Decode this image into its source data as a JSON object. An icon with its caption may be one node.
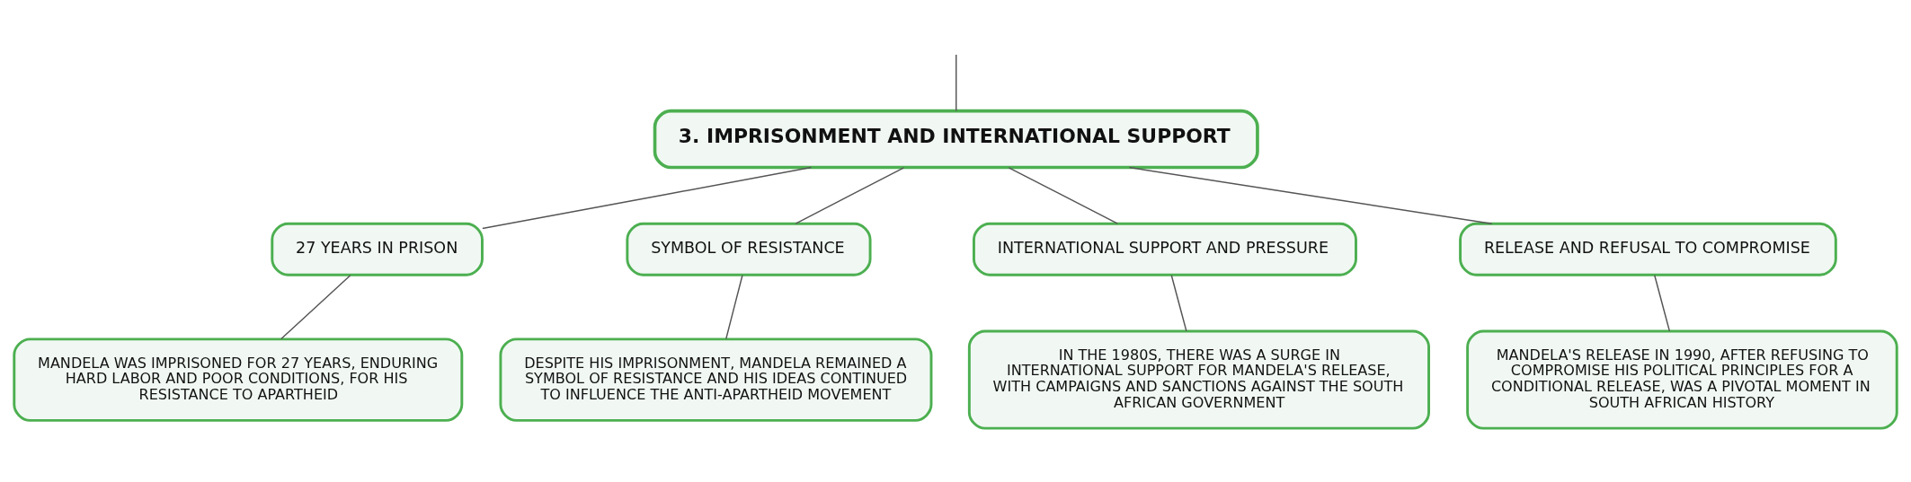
{
  "diagram": {
    "nodes": [
      {
        "text": [
          "3. IMPRISONMENT AND INTERNATIONAL SUPPORT"
        ]
      },
      {
        "text": [
          "27 YEARS IN PRISON"
        ]
      },
      {
        "text": [
          "SYMBOL OF RESISTANCE"
        ]
      },
      {
        "text": [
          "INTERNATIONAL SUPPORT AND PRESSURE"
        ]
      },
      {
        "text": [
          "RELEASE AND REFUSAL TO COMPROMISE"
        ]
      },
      {
        "text": [
          "MANDELA WAS IMPRISONED FOR 27 YEARS, ENDURING HARD LABOR AND POOR CONDITIONS, FOR HIS RESISTANCE TO APARTHEID"
        ]
      },
      {
        "text": [
          "DESPITE HIS IMPRISONMENT, MANDELA REMAINED A SYMBOL OF RESISTANCE AND HIS IDEAS CONTINUED TO INFLUENCE THE ANTI-APARTHEID MOVEMENT"
        ]
      },
      {
        "text": [
          "IN THE 1980S, THERE WAS A SURGE IN INTERNATIONAL SUPPORT FOR MANDELA'S RELEASE, WITH CAMPAIGNS AND SANCTIONS AGAINST THE SOUTH AFRICAN GOVERNMENT"
        ]
      },
      {
        "text": [
          "MANDELA'S RELEASE IN 1990, AFTER REFUSING TO COMPROMISE HIS POLITICAL PRINCIPLES FOR A CONDITIONAL RELEASE, WAS A PIVOTAL MOMENT IN SOUTH AFRICAN HISTORY"
        ]
      }
    ],
    "edges": [
      {
        "from": null,
        "to": 0,
        "arrow": "none"
      },
      {
        "from": 0,
        "to": 1,
        "arrow": "none"
      },
      {
        "from": 0,
        "to": 2,
        "arrow": "none"
      },
      {
        "from": 0,
        "to": 3,
        "arrow": "none"
      },
      {
        "from": 0,
        "to": 4,
        "arrow": "none"
      },
      {
        "from": 1,
        "to": 5,
        "arrow": "none"
      },
      {
        "from": 2,
        "to": 6,
        "arrow": "none"
      },
      {
        "from": 3,
        "to": 7,
        "arrow": "none"
      },
      {
        "from": 4,
        "to": 8,
        "arrow": "none"
      }
    ]
  }
}
